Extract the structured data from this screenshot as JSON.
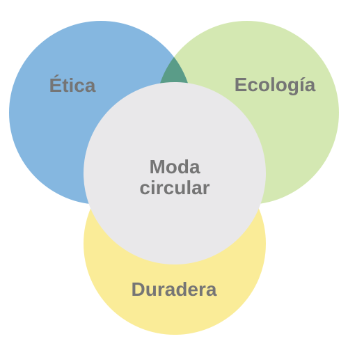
{
  "diagram": {
    "circles": {
      "etica": {
        "label": "Ética",
        "color": "#85b7e0"
      },
      "ecologia": {
        "label": "Ecología",
        "color": "#d4e8b2"
      },
      "duradera": {
        "label": "Duradera",
        "color": "#faec98"
      },
      "center": {
        "label_line1": "Moda",
        "label_line2": "circular",
        "color": "#e9e8ea"
      }
    },
    "overlap_color": "#5a9c88",
    "text_color": "#757575"
  }
}
